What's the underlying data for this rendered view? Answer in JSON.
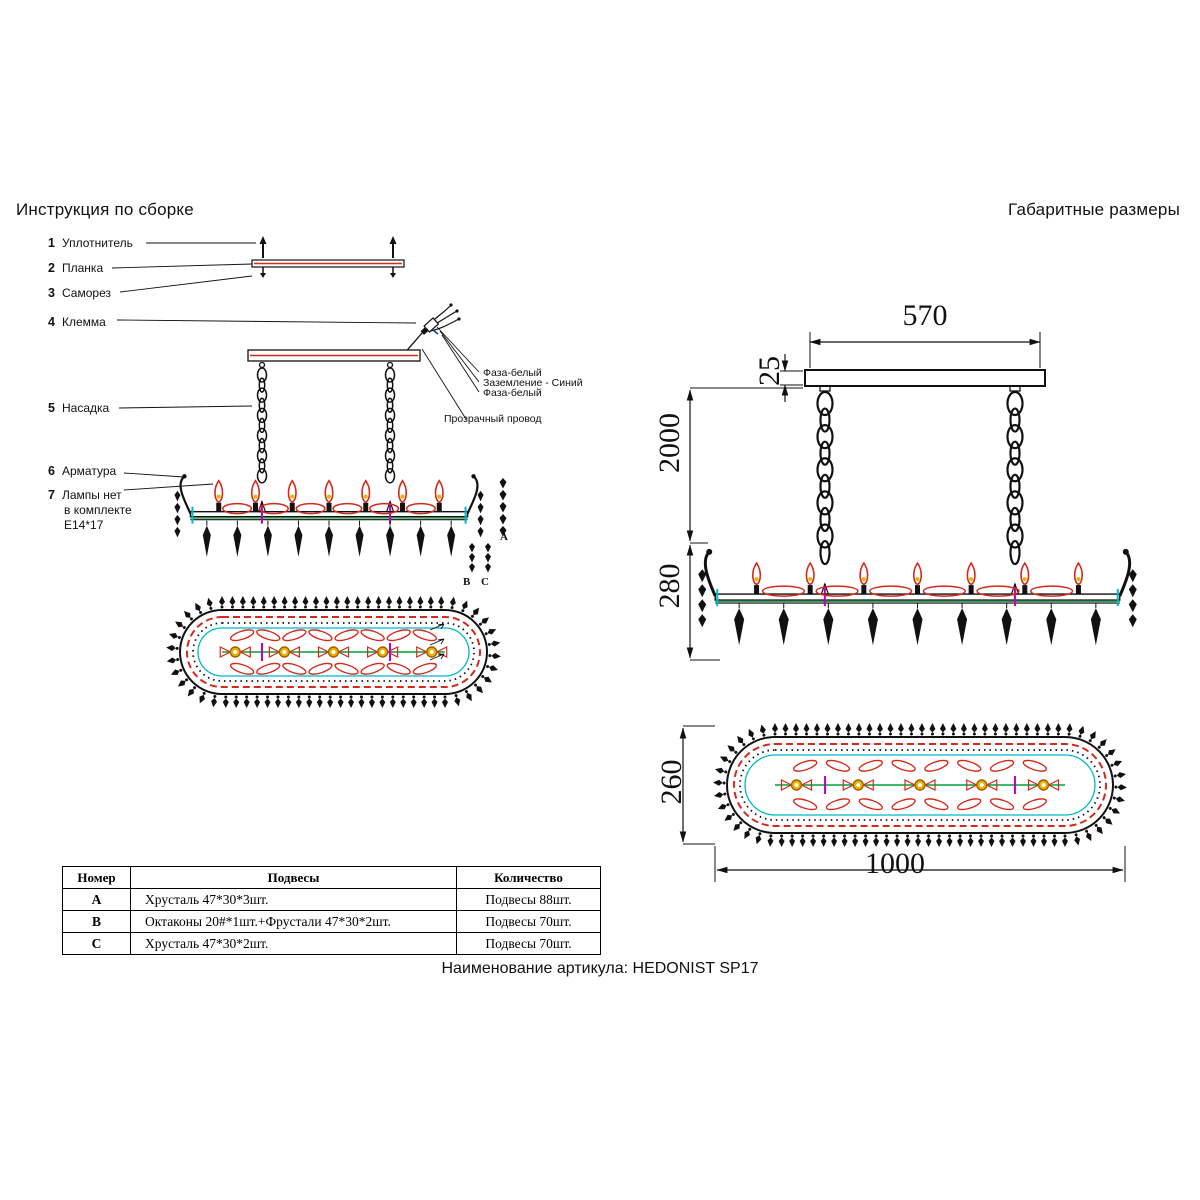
{
  "left": {
    "title": "Инструкция по сборке",
    "parts": [
      {
        "num": "1",
        "label": "Уплотнитель"
      },
      {
        "num": "2",
        "label": "Планка"
      },
      {
        "num": "3",
        "label": "Саморез"
      },
      {
        "num": "4",
        "label": "Клемма"
      },
      {
        "num": "5",
        "label": "Насадка"
      },
      {
        "num": "6",
        "label": "Арматура"
      },
      {
        "num": "7",
        "label": "Лампы нет"
      }
    ],
    "part7_line2": "в комплекте",
    "part7_line3": "Е14*17",
    "wire_labels": [
      "Фаза-белый",
      "Заземление - Синий",
      "Фаза-белый"
    ],
    "cord_label": "Прозрачный провод",
    "legend_letters": [
      "A",
      "B",
      "C"
    ]
  },
  "right": {
    "title": "Габаритные размеры",
    "dims": {
      "top_bar_width": "570",
      "bar_thickness": "25",
      "chain_length": "2000",
      "body_height": "280",
      "body_depth": "260",
      "body_length": "1000"
    }
  },
  "table": {
    "headers": [
      "Номер",
      "Подвесы",
      "Количество"
    ],
    "rows": [
      {
        "num": "A",
        "desc": "Хрусталь 47*30*3шт.",
        "qty": "Подвесы 88шт."
      },
      {
        "num": "B",
        "desc": "Октаконы 20#*1шт.+Фрустали 47*30*2шт.",
        "qty": "Подвесы 70шт."
      },
      {
        "num": "C",
        "desc": "Хрусталь 47*30*2шт.",
        "qty": "Подвесы 70шт."
      }
    ]
  },
  "footer": "Наименование артикула: HEDONIST SP17",
  "colors": {
    "red": "#d42a1e",
    "cyan": "#00b8c8",
    "green": "#00a23c",
    "yellow": "#e8b400",
    "magenta": "#c000c0",
    "black": "#111111"
  }
}
